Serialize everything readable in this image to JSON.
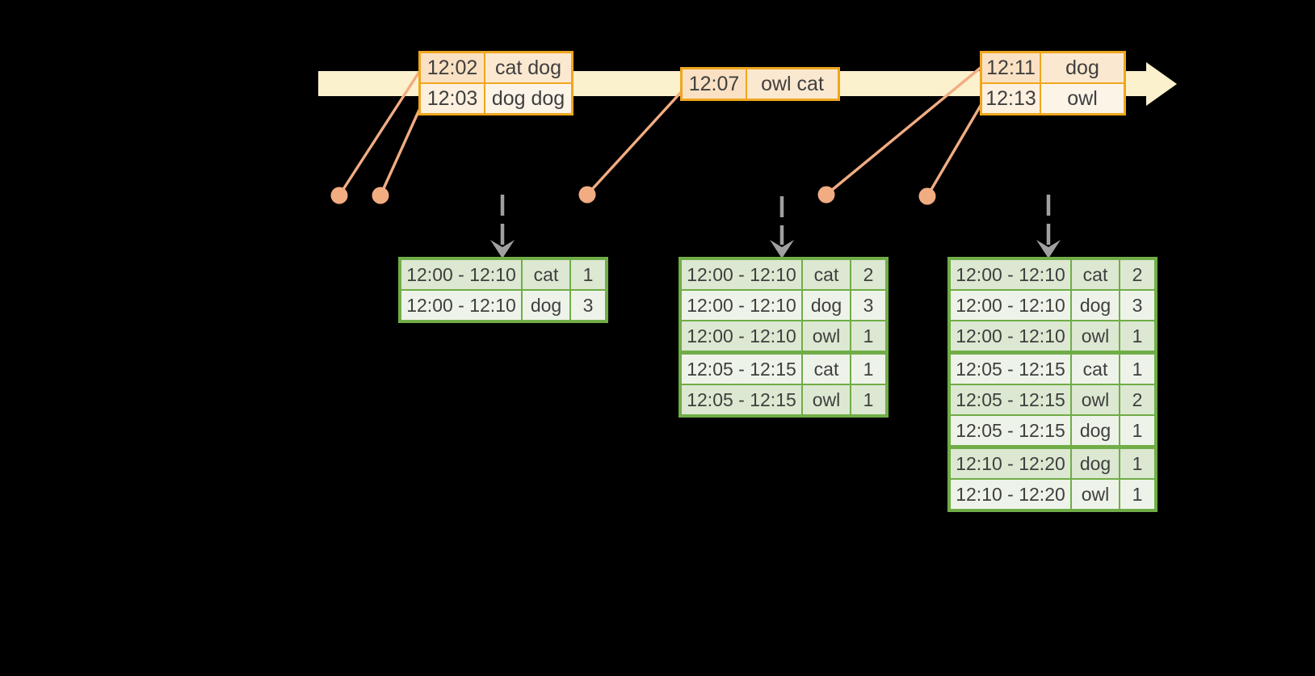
{
  "event_stream": {
    "batches": [
      {
        "events": [
          {
            "time": "12:02",
            "words": "cat dog"
          },
          {
            "time": "12:03",
            "words": "dog dog"
          }
        ]
      },
      {
        "events": [
          {
            "time": "12:07",
            "words": "owl cat"
          }
        ]
      },
      {
        "events": [
          {
            "time": "12:11",
            "words": "dog"
          },
          {
            "time": "12:13",
            "words": "owl"
          }
        ]
      }
    ]
  },
  "result_tables": [
    {
      "rows": [
        {
          "window": "12:00 - 12:10",
          "word": "cat",
          "count": "1"
        },
        {
          "window": "12:00 - 12:10",
          "word": "dog",
          "count": "3"
        }
      ]
    },
    {
      "rows": [
        {
          "window": "12:00 - 12:10",
          "word": "cat",
          "count": "2"
        },
        {
          "window": "12:00 - 12:10",
          "word": "dog",
          "count": "3"
        },
        {
          "window": "12:00 - 12:10",
          "word": "owl",
          "count": "1"
        },
        {
          "window": "12:05 - 12:15",
          "word": "cat",
          "count": "1",
          "new_group": true
        },
        {
          "window": "12:05 - 12:15",
          "word": "owl",
          "count": "1"
        }
      ]
    },
    {
      "rows": [
        {
          "window": "12:00 - 12:10",
          "word": "cat",
          "count": "2"
        },
        {
          "window": "12:00 - 12:10",
          "word": "dog",
          "count": "3"
        },
        {
          "window": "12:00 - 12:10",
          "word": "owl",
          "count": "1"
        },
        {
          "window": "12:05 - 12:15",
          "word": "cat",
          "count": "1",
          "new_group": true
        },
        {
          "window": "12:05 - 12:15",
          "word": "owl",
          "count": "2"
        },
        {
          "window": "12:05 - 12:15",
          "word": "dog",
          "count": "1"
        },
        {
          "window": "12:10 - 12:20",
          "word": "dog",
          "count": "1",
          "new_group": true
        },
        {
          "window": "12:10 - 12:20",
          "word": "owl",
          "count": "1"
        }
      ]
    }
  ],
  "colors": {
    "background": "#000000",
    "timeline_band": "#fbf1cd",
    "event_border": "#efa61e",
    "event_fill_dark": "#fae1c3",
    "event_fill_light": "#fdf0de",
    "connector_salmon": "#f2ac82",
    "result_border": "#70ad47",
    "result_fill_dark": "#dce8d1",
    "result_fill_light": "#eef3e9",
    "trigger_arrow_gray": "#a0a0a0",
    "text": "#3f3f3f"
  }
}
